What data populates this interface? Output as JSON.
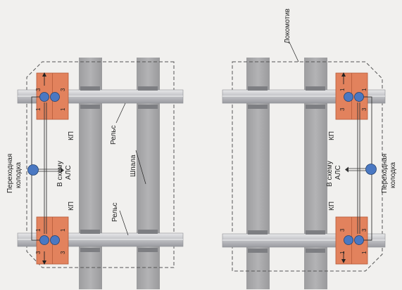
{
  "labels": {
    "locomotive": "Локомотив",
    "rail_upper": "Рельс",
    "rail_lower": "Рельс",
    "sleeper": "Шпала",
    "junction_line1": "Переходная",
    "junction_line2": "колодка",
    "als_line1": "В схему",
    "als_line2": "АЛС",
    "kp": "КП",
    "pin_1": "1",
    "pin_3": "3"
  },
  "colors": {
    "background": "#f1f0ee",
    "sleeper": "#a9a9ab",
    "rail": "#cfd0d4",
    "coil": "#e2825d",
    "connector": "#4a78c2",
    "dashed": "#555555"
  }
}
